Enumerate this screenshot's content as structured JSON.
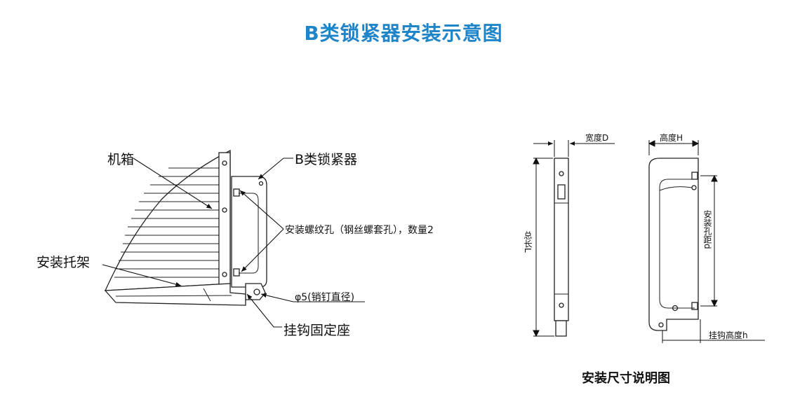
{
  "title": "B类锁紧器安装示意图",
  "left_labels": {
    "chassis": "机箱",
    "b_locker": "B类锁紧器",
    "screw_holes": "安装螺纹孔（钢丝螺套孔），数量2",
    "bracket": "安装托架",
    "pin_dia": "φ5(销钉直径)",
    "hook_seat": "挂钩固定座"
  },
  "right_labels": {
    "width_d": "宽度D",
    "height_h": "高度H",
    "total_length": "总长L",
    "hole_pitch": "安装孔距d",
    "hook_height": "挂钩高度h"
  },
  "caption": "安装尺寸说明图"
}
